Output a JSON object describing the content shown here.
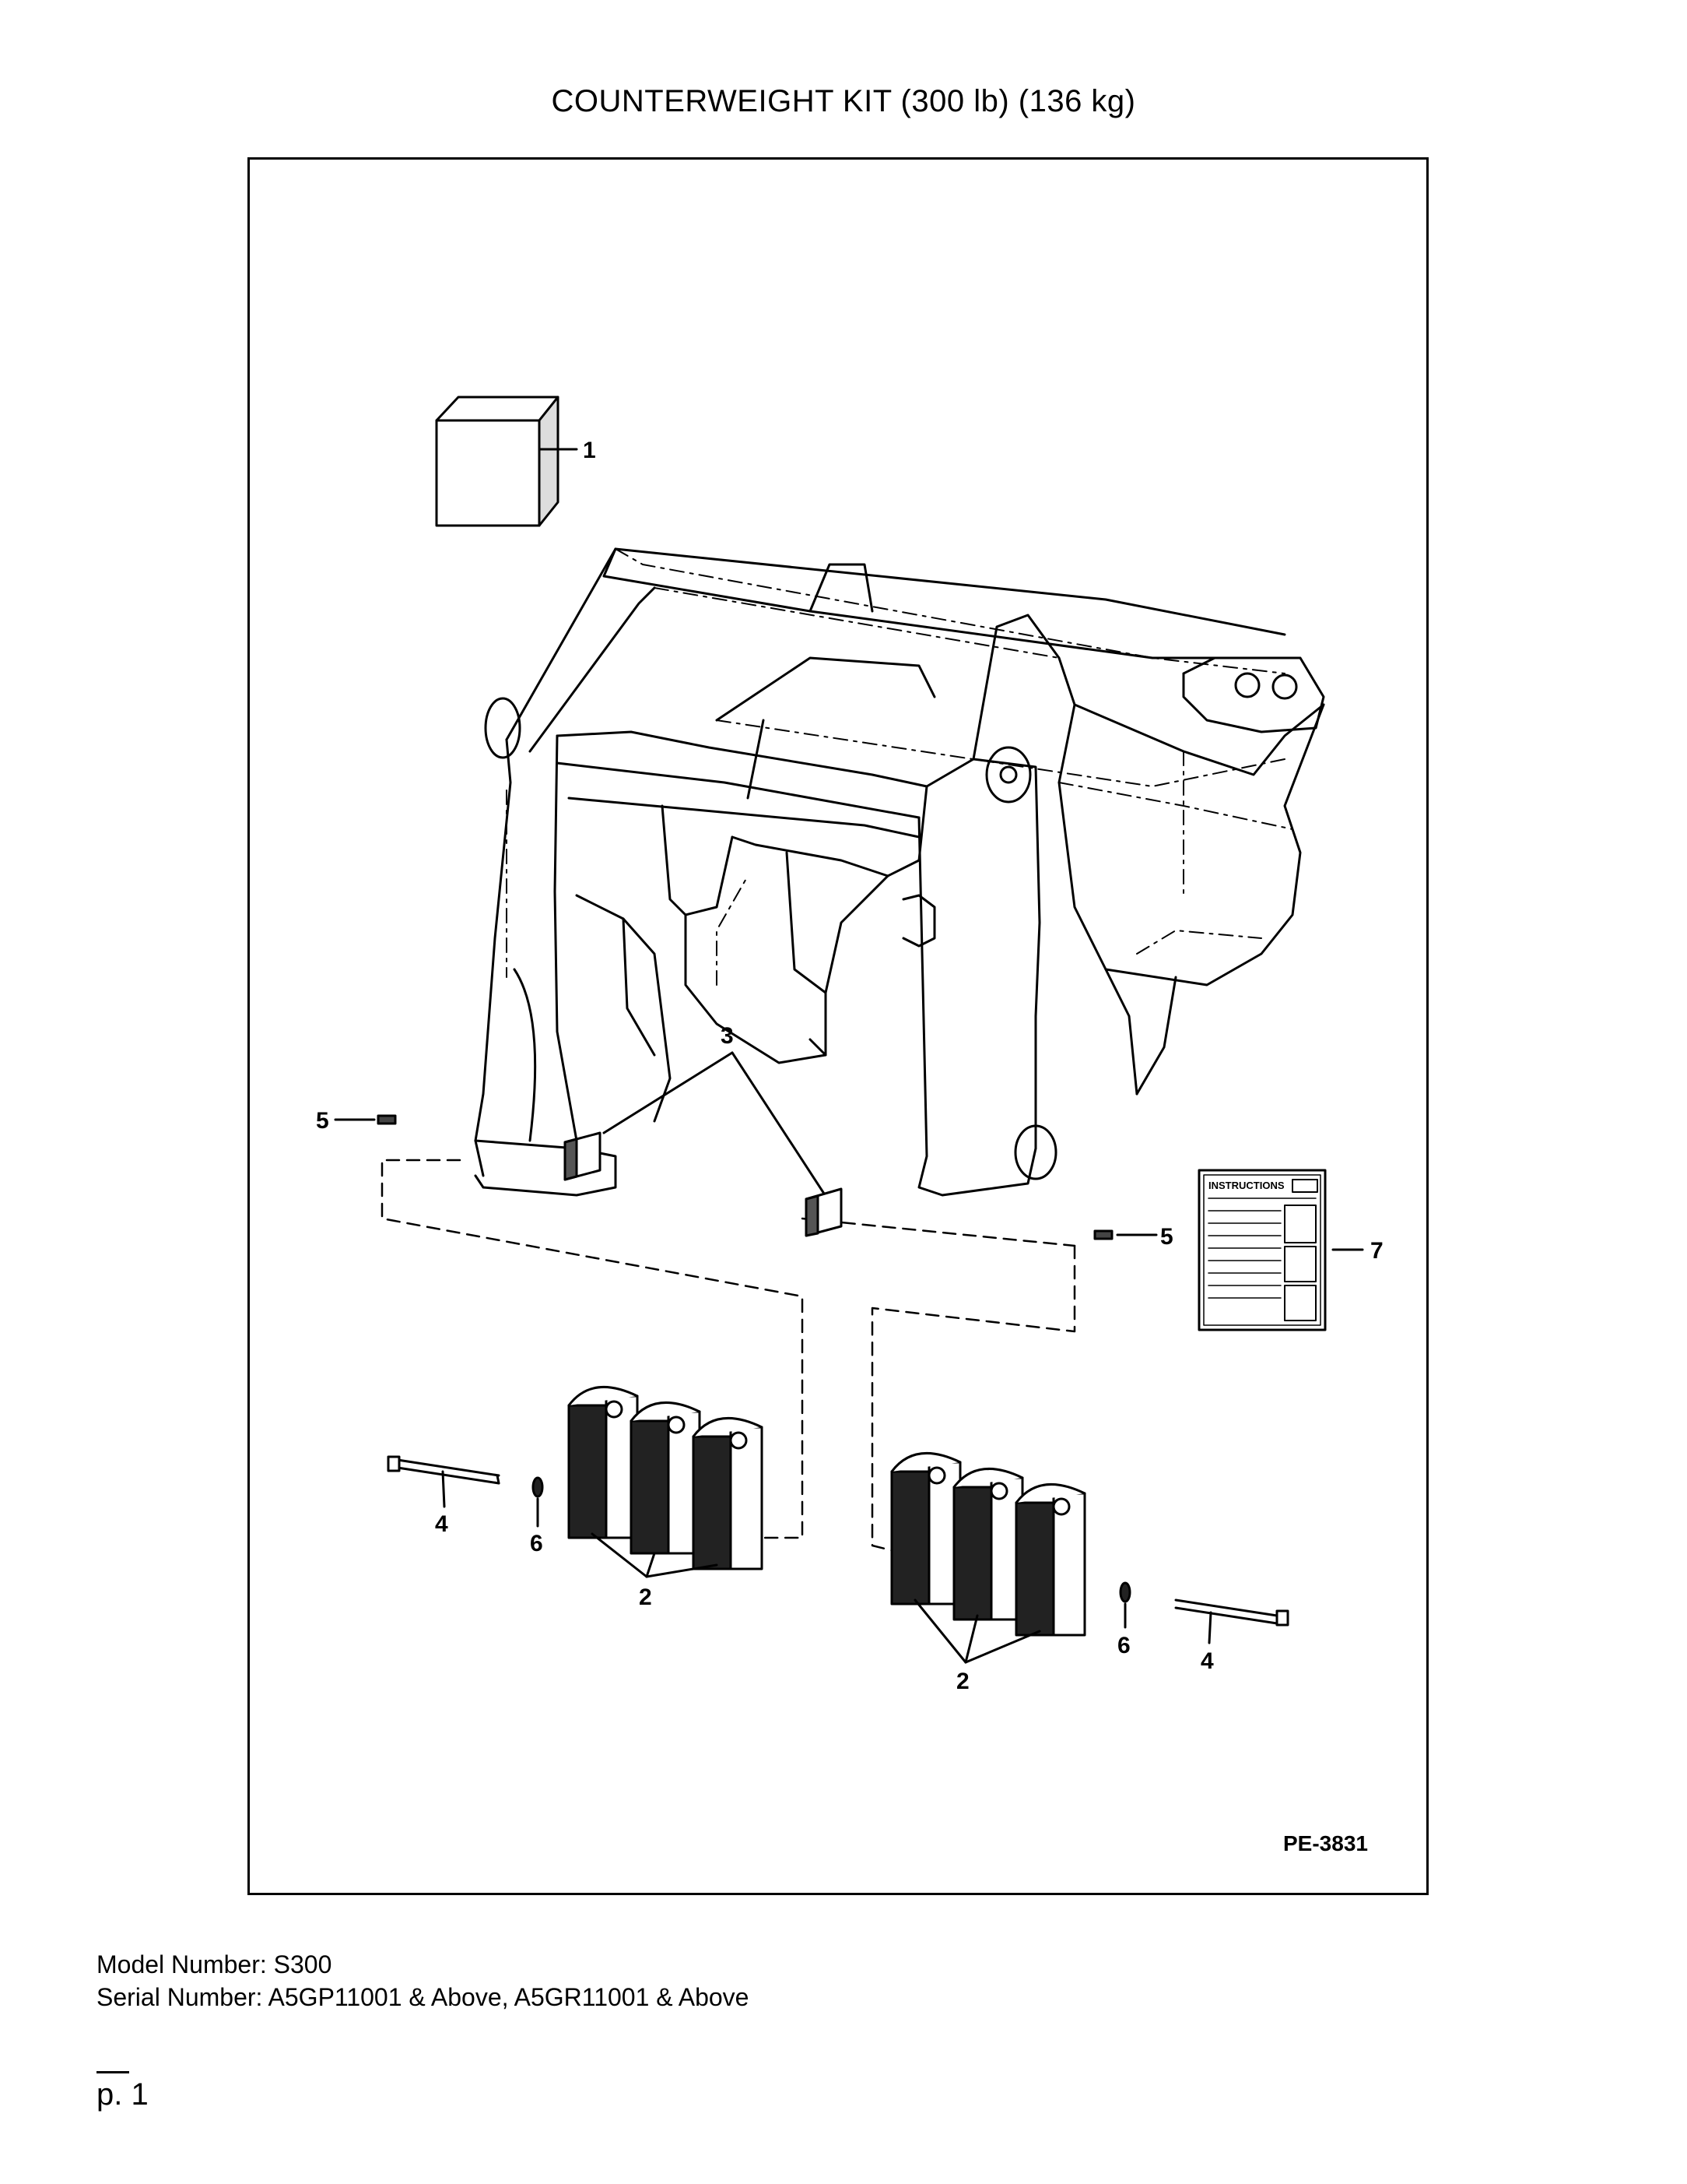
{
  "document": {
    "title": "COUNTERWEIGHT KIT (300 lb) (136 kg)"
  },
  "figure": {
    "code": "PE-3831",
    "instructions_label": "INSTRUCTIONS",
    "callouts": {
      "item1": "1",
      "item2": "2",
      "item3": "3",
      "item4": "4",
      "item5": "5",
      "item6": "6",
      "item7": "7"
    }
  },
  "footer": {
    "model_line": "Model Number: S300",
    "serial_line": "Serial Number: A5GP11001 & Above, A5GR11001 & Above",
    "page": "p. 1"
  }
}
